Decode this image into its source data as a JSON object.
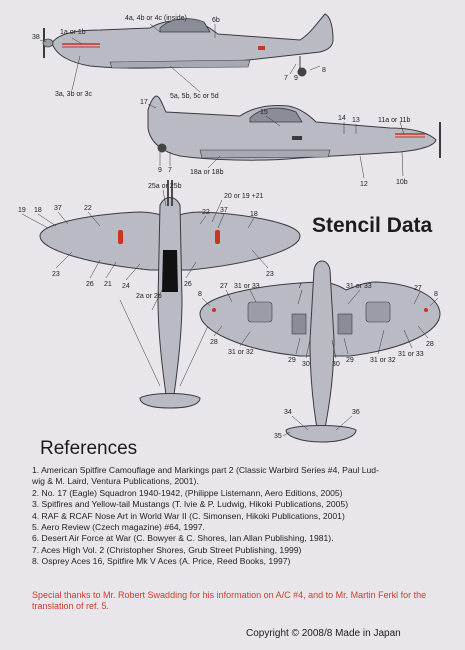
{
  "title": "Stencil Data",
  "references_heading": "References",
  "references": [
    "1. American Spitfire Camouflage and Markings part 2 (Classic Warbird Series #4, Paul Lud-",
    "wig & M. Laird, Ventura Publications, 2001).",
    "2. No. 17 (Eagle) Squadron 1940-1942, (Philippe Listemann, Aero Editions, 2005)",
    "3. Spitfires and Yellow-tail Mustangs (T. Ivie & P. Ludwig, Hikoki Publications, 2005)",
    "4. RAF & RCAF Nose Art in World War II (C. Simonsen, Hikoki Publications, 2001)",
    "5. Aero Review (Czech magazine) #64, 1997.",
    "6. Desert Air Force at War (C. Bowyer & C. Shores, Ian Allan Publishing, 1981).",
    "7. Aces High Vol. 2 (Christopher Shores, Grub Street Publishing, 1999)",
    "8. Osprey Aces 16, Spitfire Mk V Aces (A. Price, Reed Books, 1997)"
  ],
  "thanks": "Special thanks to Mr. Robert Swadding for his information on A/C #4, and to Mr. Martin Ferkl for the translation of ref. 5.",
  "copyright": "Copyright © 2008/8 Made in Japan",
  "colors": {
    "background": "#e8e6ea",
    "aircraft_fill": "#b9bac4",
    "aircraft_outline": "#3a3a3e",
    "stencil_red": "#cc3322",
    "thanks_text": "#d23a2a"
  },
  "callouts": {
    "side_top": [
      "38",
      "1a or 1b",
      "4a, 4b or 4c (inside)",
      "6b",
      "3a, 3b or 3c",
      "5a, 5b, 5c or 5d",
      "7",
      "9",
      "8"
    ],
    "side_bottom": [
      "17",
      "15",
      "14",
      "13",
      "11a or 11b",
      "9",
      "7",
      "18a or 18b",
      "12",
      "10b"
    ],
    "plan_top": [
      "25a or 25b",
      "20 or 19 +21",
      "19",
      "18",
      "37",
      "22",
      "22",
      "37",
      "18",
      "23",
      "23",
      "26",
      "21",
      "24",
      "2a or 2b",
      "26"
    ],
    "plan_bottom": [
      "8",
      "27",
      "31 or 33",
      "7",
      "31 or 33",
      "27",
      "8",
      "28",
      "31 or 32",
      "29",
      "30",
      "30",
      "29",
      "31 or 32",
      "31 or 33",
      "28",
      "34",
      "36",
      "35"
    ]
  }
}
